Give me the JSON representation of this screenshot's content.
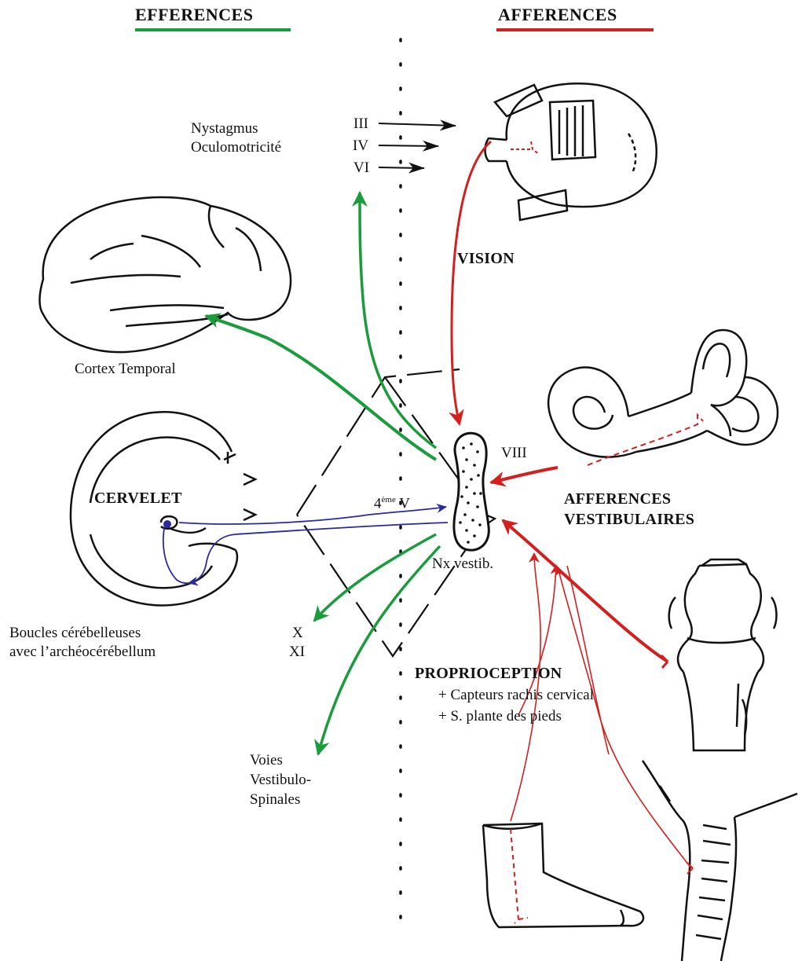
{
  "headers": {
    "efferences": "EFFERENCES",
    "afferences": "AFFERENCES",
    "efferences_color": "#1a9b3c",
    "afferences_color": "#d41f1f"
  },
  "labels": {
    "nystagmus": "Nystagmus",
    "oculomotricite": "Oculomotricité",
    "nerve_iii": "III",
    "nerve_iv": "IV",
    "nerve_vi": "VI",
    "vision": "VISION",
    "cortex_temporal": "Cortex Temporal",
    "viii": "VIII",
    "afferences_vestibulaires_1": "AFFERENCES",
    "afferences_vestibulaires_2": "VESTIBULAIRES",
    "cervelet": "CERVELET",
    "fourth_ventricle_num": "4",
    "fourth_ventricle_sup": "ème",
    "fourth_ventricle_v": "V",
    "nx_vestib": "Nx vestib.",
    "boucles_1": "Boucles cérébelleuses",
    "boucles_2": "avec l’archéocérébellum",
    "nerve_x": "X",
    "nerve_xi": "XI",
    "proprioception": "PROPRIOCEPTION",
    "capteurs_rachis": "+ Capteurs rachis cervical",
    "plante_pieds": "+ S. plante des pieds",
    "voies_1": "Voies",
    "voies_2": "Vestibulo-",
    "voies_3": "Spinales"
  },
  "colors": {
    "efferent_arrow": "#1a9b3c",
    "afferent_arrow": "#d41f1f",
    "cerebellar_loop": "#2a2aa0",
    "outline": "#111111"
  },
  "icons": [
    "eyeball-icon",
    "brain-hemisphere-icon",
    "inner-ear-icon",
    "cerebellum-icon",
    "vestibular-nucleus-icon",
    "knee-joint-icon",
    "foot-icon",
    "cervical-spine-icon"
  ]
}
